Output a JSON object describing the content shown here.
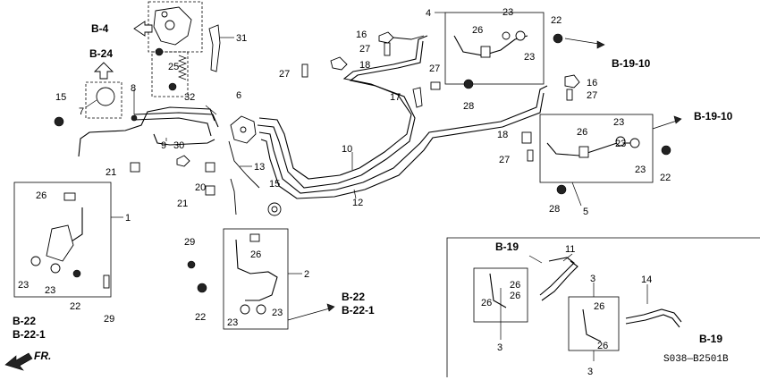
{
  "diagram_code": "S038—B2501B",
  "direction_label": "FR.",
  "refs": {
    "b4": "B-4",
    "b24": "B-24",
    "b19_10_top": "B-19-10",
    "b19_10_mid": "B-19-10",
    "b22_center": "B-22",
    "b22_1_center": "B-22-1",
    "b22_left": "B-22",
    "b22_1_left": "B-22-1",
    "b19_inset_top": "B-19",
    "b19_inset_right": "B-19"
  },
  "callouts": {
    "n1": "1",
    "n2": "2",
    "n3a": "3",
    "n3b": "3",
    "n3c": "3",
    "n4": "4",
    "n5": "5",
    "n6": "6",
    "n7": "7",
    "n8": "8",
    "n9": "9",
    "n10": "10",
    "n11": "11",
    "n12": "12",
    "n13": "13",
    "n14": "14",
    "n15a": "15",
    "n15b": "15",
    "n16a": "16",
    "n16b": "16",
    "n17": "17",
    "n18a": "18",
    "n18b": "18",
    "n20": "20",
    "n21a": "21",
    "n21b": "21",
    "n22a": "22",
    "n22b": "22",
    "n22c": "22",
    "n22d": "22",
    "n23a": "23",
    "n23b": "23",
    "n23c": "23",
    "n23d": "23",
    "n23e": "23",
    "n23f": "23",
    "n23g": "23",
    "n23h": "23",
    "n23i": "23",
    "n25": "25",
    "n26a": "26",
    "n26b": "26",
    "n26c": "26",
    "n26d": "26",
    "n26e": "26",
    "n26f": "26",
    "n26g": "26",
    "n26h": "26",
    "n26i": "26",
    "n27a": "27",
    "n27b": "27",
    "n27c": "27",
    "n27d": "27",
    "n27e": "27",
    "n28a": "28",
    "n28b": "28",
    "n29a": "29",
    "n29b": "29",
    "n30": "30",
    "n31": "31",
    "n32": "32"
  }
}
